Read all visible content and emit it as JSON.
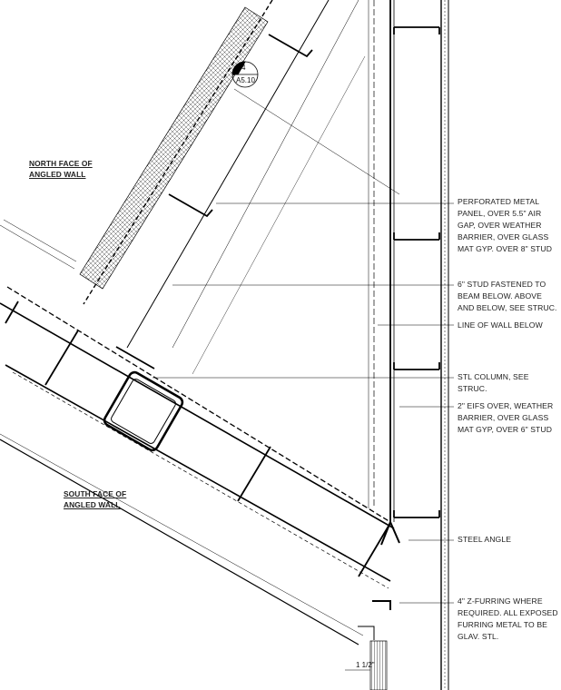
{
  "section_tag": {
    "number": "4",
    "sheet": "A5.10"
  },
  "face_labels": {
    "north": "NORTH FACE OF ANGLED WALL",
    "south": "SOUTH FACE OF ANGLED WALL"
  },
  "notes": [
    {
      "text": "PERFORATED METAL PANEL, OVER 5.5\" AIR GAP, OVER WEATHER BARRIER, OVER GLASS MAT GYP. OVER 8\" STUD"
    },
    {
      "text": "6\" STUD FASTENED TO BEAM BELOW. ABOVE AND BELOW, SEE STRUC."
    },
    {
      "text": "LINE OF WALL BELOW"
    },
    {
      "text": "STL COLUMN, SEE STRUC."
    },
    {
      "text": "2\" EIFS OVER, WEATHER BARRIER, OVER GLASS MAT GYP, OVER 6\" STUD"
    },
    {
      "text": "STEEL ANGLE"
    },
    {
      "text": "4\" Z-FURRING WHERE REQUIRED. ALL EXPOSED FURRING METAL TO BE GLAV. STL."
    }
  ],
  "dimension": "1 1/2\""
}
